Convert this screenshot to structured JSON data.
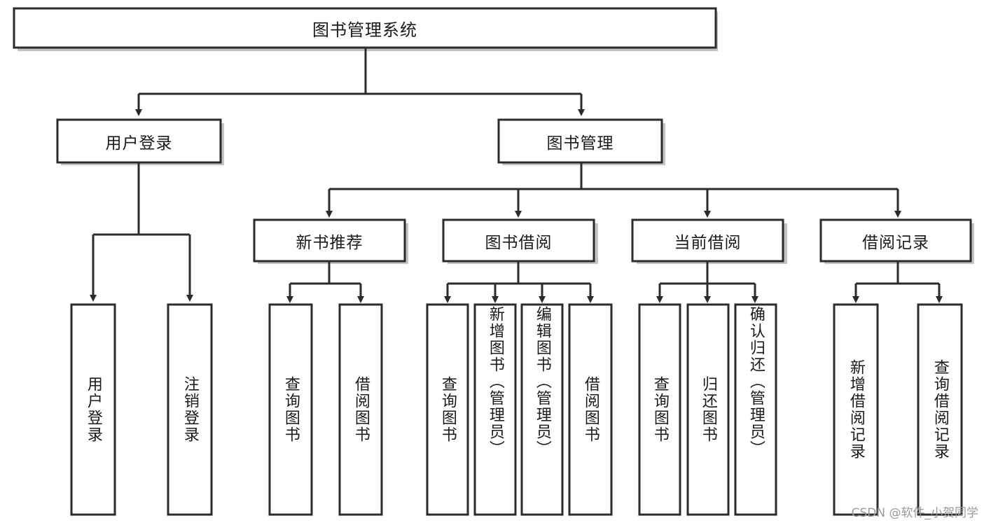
{
  "diagram": {
    "title": "图书管理系统",
    "type": "tree-hierarchy",
    "orientation": "top-down",
    "colors": {
      "box_stroke": "#2b2b2b",
      "box_fill": "#ffffff",
      "line": "#2b2b2b",
      "text": "#1a1a1a",
      "shadow": "#b8b8b8",
      "watermark": "#9a9a9a",
      "background": "#ffffff"
    },
    "root": {
      "label": "图书管理系统"
    },
    "level2": [
      {
        "label": "用户登录"
      },
      {
        "label": "图书管理"
      }
    ],
    "level3": [
      {
        "label": "新书推荐"
      },
      {
        "label": "图书借阅"
      },
      {
        "label": "当前借阅"
      },
      {
        "label": "借阅记录"
      }
    ],
    "leaves": {
      "user_login": [
        {
          "label": "用户登录"
        },
        {
          "label": "注销登录"
        }
      ],
      "new_book_recommend": [
        {
          "label": "查询图书"
        },
        {
          "label": "借阅图书"
        }
      ],
      "book_borrow": [
        {
          "label": "查询图书"
        },
        {
          "label": "新增图书（管理员）"
        },
        {
          "label": "编辑图书（管理员）"
        },
        {
          "label": "借阅图书"
        }
      ],
      "current_borrow": [
        {
          "label": "查询图书"
        },
        {
          "label": "归还图书"
        },
        {
          "label": "确认归还（管理员）"
        }
      ],
      "borrow_record": [
        {
          "label": "新增借阅记录"
        },
        {
          "label": "查询借阅记录"
        }
      ]
    }
  },
  "watermark": {
    "text": "CSDN @软件_小贺同学"
  }
}
